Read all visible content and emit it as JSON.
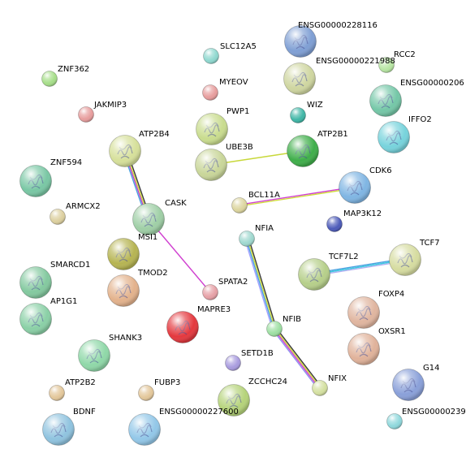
{
  "network": {
    "nodes": [
      {
        "id": "ENSG00000228116",
        "label": "ENSG00000228116",
        "color": "#7f9fd4",
        "big": true
      },
      {
        "id": "SLC12A5",
        "label": "SLC12A5",
        "color": "#8fd8cf",
        "big": false
      },
      {
        "id": "RCC2",
        "label": "RCC2",
        "color": "#b7e6a2",
        "big": false
      },
      {
        "id": "ZNF362",
        "label": "ZNF362",
        "color": "#a6de89",
        "big": false
      },
      {
        "id": "ENSG00000221988",
        "label": "ENSG00000221988",
        "color": "#cfd6a0",
        "big": true
      },
      {
        "id": "ENSG00000206",
        "label": "ENSG00000206",
        "color": "#74c7a7",
        "big": true
      },
      {
        "id": "MYEOV",
        "label": "MYEOV",
        "color": "#e79d9d",
        "big": false
      },
      {
        "id": "JAKMIP3",
        "label": "JAKMIP3",
        "color": "#e79d9d",
        "big": false
      },
      {
        "id": "PWP1",
        "label": "PWP1",
        "color": "#c9dc8e",
        "big": true
      },
      {
        "id": "WIZ",
        "label": "WIZ",
        "color": "#3fb6a6",
        "big": false
      },
      {
        "id": "IFFO2",
        "label": "IFFO2",
        "color": "#77d3dc",
        "big": true
      },
      {
        "id": "ATP2B4",
        "label": "ATP2B4",
        "color": "#d6e09a",
        "big": true
      },
      {
        "id": "UBE3B",
        "label": "UBE3B",
        "color": "#c9d699",
        "big": true
      },
      {
        "id": "ATP2B1",
        "label": "ATP2B1",
        "color": "#3fae4a",
        "big": true
      },
      {
        "id": "ZNF594",
        "label": "ZNF594",
        "color": "#79c7a4",
        "big": true
      },
      {
        "id": "CDK6",
        "label": "CDK6",
        "color": "#7fb5e3",
        "big": true
      },
      {
        "id": "BCL11A",
        "label": "BCL11A",
        "color": "#dcd59e",
        "big": false
      },
      {
        "id": "ARMCX2",
        "label": "ARMCX2",
        "color": "#dccf9e",
        "big": false
      },
      {
        "id": "CASK",
        "label": "CASK",
        "color": "#9fcfa6",
        "big": true
      },
      {
        "id": "MAP3K12",
        "label": "MAP3K12",
        "color": "#4c5ab9",
        "big": false
      },
      {
        "id": "NFIA",
        "label": "NFIA",
        "color": "#9fd8cf",
        "big": false
      },
      {
        "id": "MSI1",
        "label": "MSI1",
        "color": "#b6b452",
        "big": true
      },
      {
        "id": "TCF7",
        "label": "TCF7",
        "color": "#d6dca0",
        "big": true
      },
      {
        "id": "SMARCD1",
        "label": "SMARCD1",
        "color": "#83c99f",
        "big": true
      },
      {
        "id": "TCF7L2",
        "label": "TCF7L2",
        "color": "#b6cf8a",
        "big": true
      },
      {
        "id": "TMOD2",
        "label": "TMOD2",
        "color": "#e3b28c",
        "big": true
      },
      {
        "id": "SPATA2",
        "label": "SPATA2",
        "color": "#e6a0a6",
        "big": false
      },
      {
        "id": "AP1G1",
        "label": "AP1G1",
        "color": "#8ad0a6",
        "big": true
      },
      {
        "id": "FOXP4",
        "label": "FOXP4",
        "color": "#e0b59f",
        "big": true
      },
      {
        "id": "MAPRE3",
        "label": "MAPRE3",
        "color": "#e4383e",
        "big": true
      },
      {
        "id": "NFIB",
        "label": "NFIB",
        "color": "#9ddfa2",
        "big": false
      },
      {
        "id": "OXSR1",
        "label": "OXSR1",
        "color": "#e0b29a",
        "big": true
      },
      {
        "id": "SHANK3",
        "label": "SHANK3",
        "color": "#8fd8a8",
        "big": true
      },
      {
        "id": "SETD1B",
        "label": "SETD1B",
        "color": "#a89bde",
        "big": false
      },
      {
        "id": "G14",
        "label": "G14",
        "color": "#8aa0d9",
        "big": true
      },
      {
        "id": "NFIX",
        "label": "NFIX",
        "color": "#d4e0a0",
        "big": false
      },
      {
        "id": "ATP2B2",
        "label": "ATP2B2",
        "color": "#e3c79a",
        "big": false
      },
      {
        "id": "FUBP3",
        "label": "FUBP3",
        "color": "#e3c79a",
        "big": false
      },
      {
        "id": "ZCCHC24",
        "label": "ZCCHC24",
        "color": "#b5d37a",
        "big": true
      },
      {
        "id": "ENSG00000239",
        "label": "ENSG00000239",
        "color": "#8fd8dc",
        "big": false
      },
      {
        "id": "BDNF",
        "label": "BDNF",
        "color": "#8fc3df",
        "big": true
      },
      {
        "id": "ENSG00000227600",
        "label": "ENSG00000227600",
        "color": "#92c7e8",
        "big": true
      }
    ],
    "edges": [
      {
        "source": "ATP2B4",
        "target": "CASK",
        "colors": [
          "#3a3a3a",
          "#d0dd3a",
          "#c040c8",
          "#4aa0e0"
        ]
      },
      {
        "source": "CASK",
        "target": "SPATA2",
        "colors": [
          "#d040d0"
        ]
      },
      {
        "source": "UBE3B",
        "target": "ATP2B1",
        "colors": [
          "#c8d83a"
        ]
      },
      {
        "source": "BCL11A",
        "target": "CDK6",
        "colors": [
          "#d040d0",
          "#d0dd3a"
        ]
      },
      {
        "source": "NFIA",
        "target": "NFIB",
        "colors": [
          "#3a3a3a",
          "#d0dd3a",
          "#4aa0e0",
          "#a0a0ff"
        ]
      },
      {
        "source": "NFIB",
        "target": "NFIX",
        "colors": [
          "#3a3a3a",
          "#d0dd3a",
          "#d040d0",
          "#9090ee"
        ]
      },
      {
        "source": "TCF7L2",
        "target": "TCF7",
        "colors": [
          "#4aa0e0",
          "#3ac8e0",
          "#b0b0f0"
        ]
      }
    ]
  }
}
